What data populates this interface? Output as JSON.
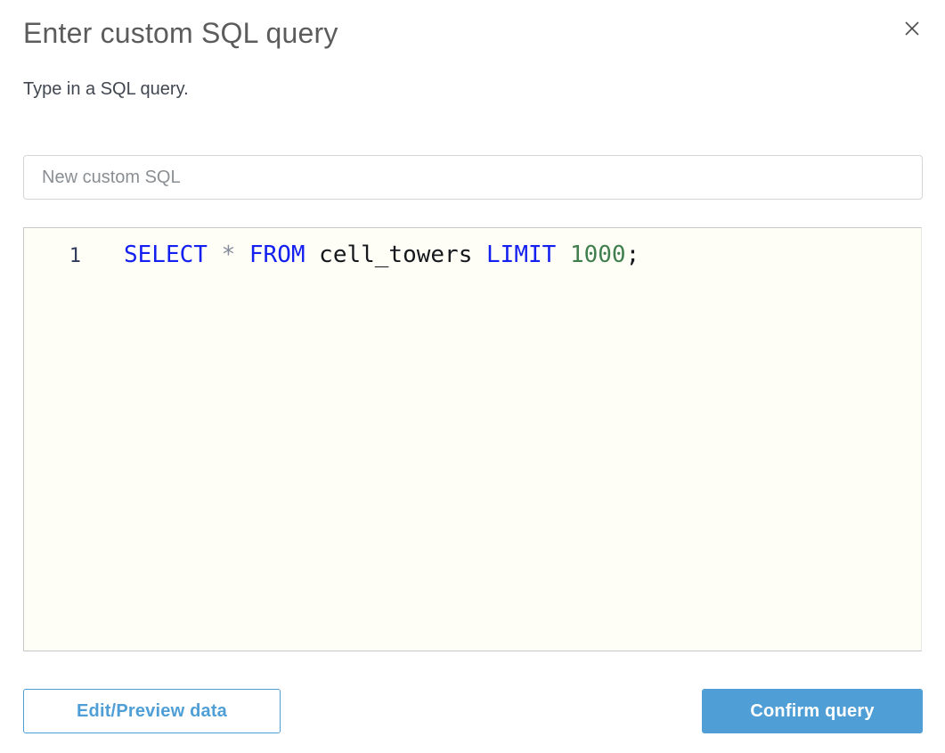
{
  "dialog": {
    "title": "Enter custom SQL query",
    "subtitle": "Type in a SQL query."
  },
  "name_input": {
    "value": "New custom SQL"
  },
  "editor": {
    "line_number": "1",
    "full_text": "SELECT * FROM cell_towers LIMIT 1000;",
    "tokens": [
      {
        "type": "keyword",
        "text": "SELECT"
      },
      {
        "type": "plain",
        "text": " "
      },
      {
        "type": "operator",
        "text": "*"
      },
      {
        "type": "plain",
        "text": " "
      },
      {
        "type": "keyword",
        "text": "FROM"
      },
      {
        "type": "plain",
        "text": " cell_towers "
      },
      {
        "type": "keyword",
        "text": "LIMIT"
      },
      {
        "type": "plain",
        "text": " "
      },
      {
        "type": "number",
        "text": "1000"
      },
      {
        "type": "plain",
        "text": ";"
      }
    ],
    "colors": {
      "background": "#fffef6",
      "keyword": "#1420f0",
      "number": "#3f7f4d",
      "operator": "#858b9a",
      "plain": "#15181d",
      "line_number": "#303c59"
    }
  },
  "footer": {
    "edit_preview_label": "Edit/Preview data",
    "confirm_label": "Confirm query"
  },
  "colors": {
    "accent_blue": "#4f9fd6",
    "title_gray": "#5c5c5c",
    "border_gray": "#c9c9c9"
  }
}
